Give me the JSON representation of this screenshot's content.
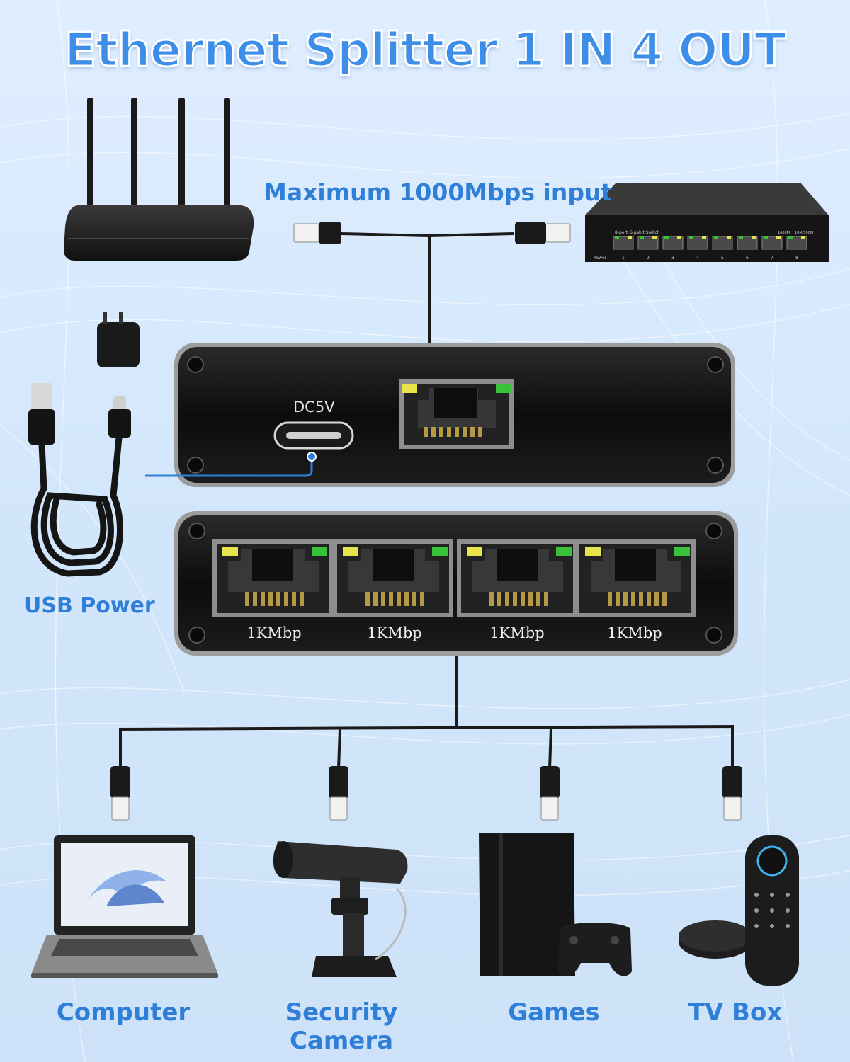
{
  "title": "Ethernet Splitter 1 IN 4 OUT",
  "input_label": "Maximum 1000Mbps input",
  "power_label": "USB Power",
  "dc_label": "DC5V",
  "switch_text": {
    "header": "8-port Gigabit Switch",
    "power": "Power",
    "speed_1000": "1000M",
    "speed_100": "10M/100M",
    "ports": [
      "1",
      "2",
      "3",
      "4",
      "5",
      "6",
      "7",
      "8"
    ]
  },
  "output_ports": [
    {
      "speed": "1KMbp"
    },
    {
      "speed": "1KMbp"
    },
    {
      "speed": "1KMbp"
    },
    {
      "speed": "1KMbp"
    }
  ],
  "devices": [
    {
      "label": "Computer",
      "icon": "laptop-icon"
    },
    {
      "label": "Security Camera",
      "icon": "security-camera-icon"
    },
    {
      "label": "Games",
      "icon": "game-console-icon"
    },
    {
      "label": "TV Box",
      "icon": "tv-box-icon"
    }
  ],
  "colors": {
    "accent": "#2f7fd8",
    "device_body": "#111111",
    "led_yellow": "#e6e44a",
    "led_green": "#38c23a",
    "background": "#d6e9fc"
  }
}
